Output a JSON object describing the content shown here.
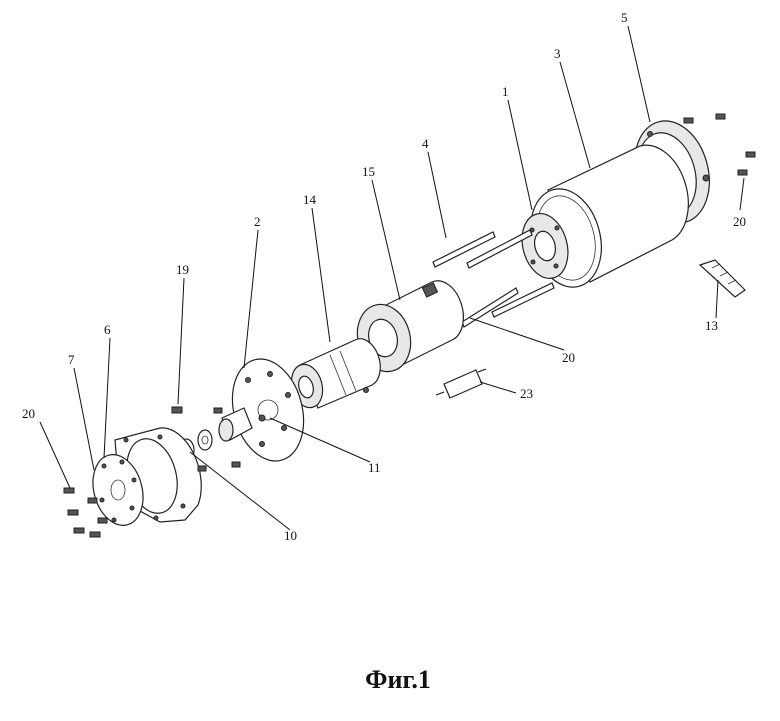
{
  "caption": "Фиг.1",
  "labels": {
    "l5": "5",
    "l3": "3",
    "l1": "1",
    "l4": "4",
    "l15": "15",
    "l14": "14",
    "l2": "2",
    "l19": "19",
    "l6": "6",
    "l7": "7",
    "l20a": "20",
    "l20b": "20",
    "l20c": "20",
    "l13": "13",
    "l23": "23",
    "l11": "11",
    "l10": "10"
  }
}
